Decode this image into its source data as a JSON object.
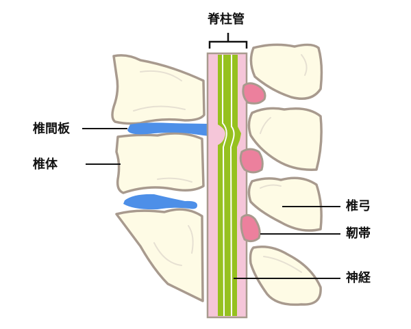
{
  "title": "脊柱管",
  "labels": {
    "disc": "椎間板",
    "body": "椎体",
    "arch": "椎弓",
    "ligament": "靭帯",
    "nerve": "神経"
  },
  "colors": {
    "bone": "#fefbe5",
    "outline": "#a89a8e",
    "canal": "#f5c6d9",
    "nerve": "#96c11f",
    "disc": "#4d8fe8",
    "ligament": "#ec809d"
  }
}
